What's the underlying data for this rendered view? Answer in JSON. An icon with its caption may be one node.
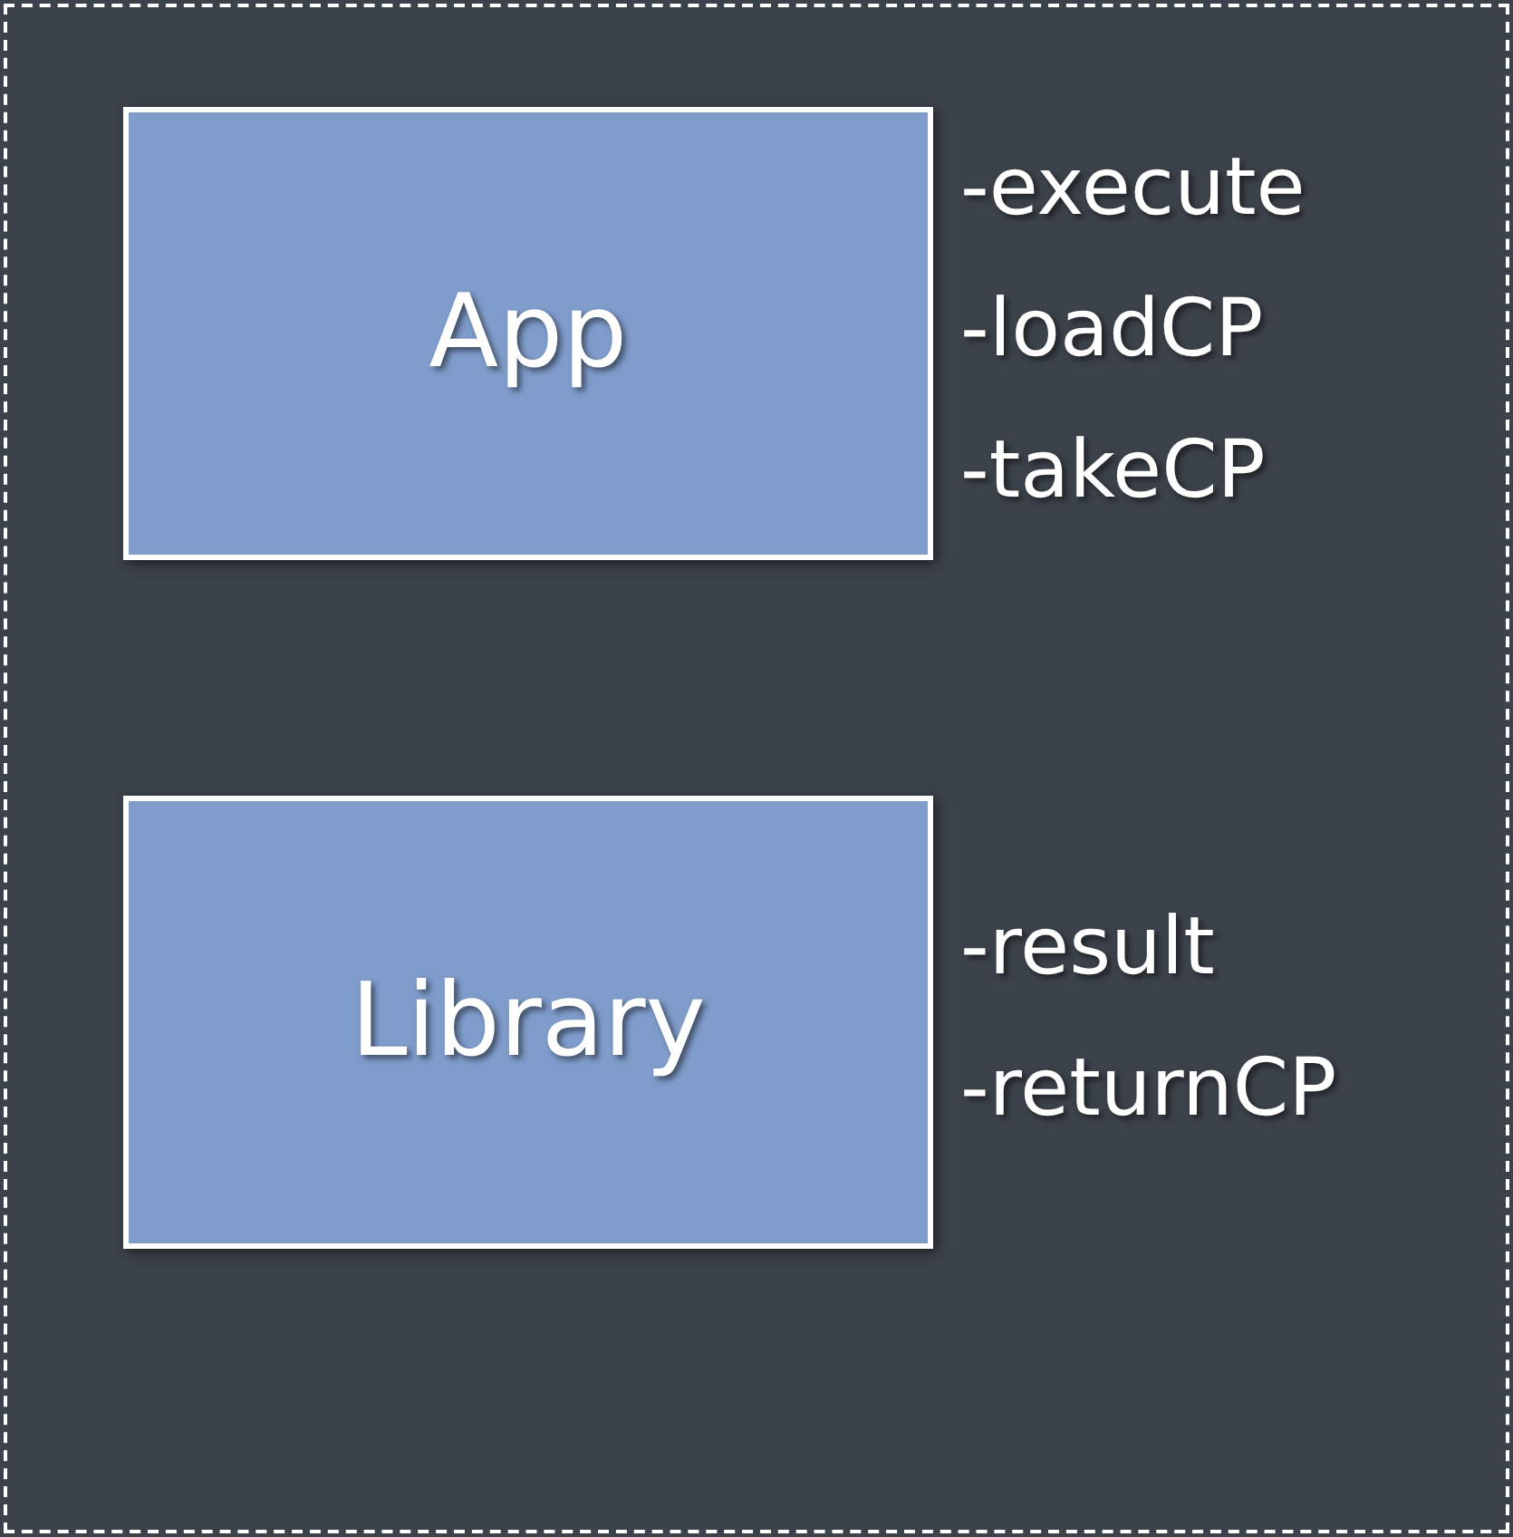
{
  "diagram": {
    "nodes": [
      {
        "text": [],
        "shape": "box"
      },
      {
        "text": [
          "App"
        ],
        "in": 0,
        "beside": [
          "-execute",
          "-loadCP",
          "-takeCP"
        ]
      },
      {
        "text": [
          "Library"
        ],
        "in": 0,
        "beside": [
          "-result",
          "-returnCP"
        ]
      }
    ]
  }
}
